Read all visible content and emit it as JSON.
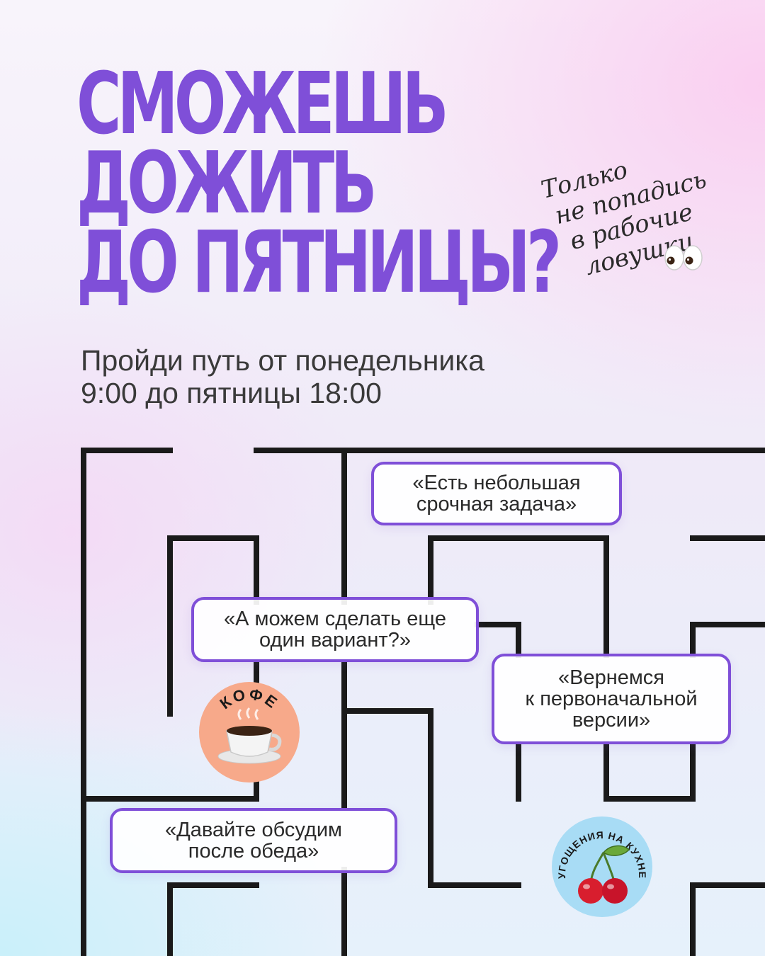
{
  "headline": {
    "lines": [
      "СМОЖЕШЬ",
      "ДОЖИТЬ",
      "ДО ПЯТНИЦЫ?"
    ],
    "color": "#7f4fd8"
  },
  "handnote": {
    "lines": [
      "Только",
      "не попадись",
      "в рабочие",
      "ловушки"
    ],
    "icon": "eyes-icon"
  },
  "subtitle": {
    "lines": [
      "Пройди путь от понедельника",
      "9:00 до пятницы 18:00"
    ]
  },
  "bubbles": [
    {
      "lines": [
        "«Есть небольшая",
        "срочная задача»"
      ]
    },
    {
      "lines": [
        "«А можем сделать еще",
        "один вариант?»"
      ]
    },
    {
      "lines": [
        "«Вернемся",
        "к первоначальной",
        "версии»"
      ]
    },
    {
      "lines": [
        "«Давайте обсудим",
        "после обеда»"
      ]
    }
  ],
  "badges": {
    "coffee": {
      "label": "КОФЕ",
      "color": "#f7a98a",
      "icon": "coffee-cup-icon"
    },
    "snacks": {
      "label": "УГОЩЕНИЯ НА КУХНЕ",
      "color": "#a8dcf5",
      "icon": "cherry-icon"
    }
  },
  "maze": {
    "wall_color": "#1a1a1a",
    "accent_color": "#7f4fd8"
  }
}
